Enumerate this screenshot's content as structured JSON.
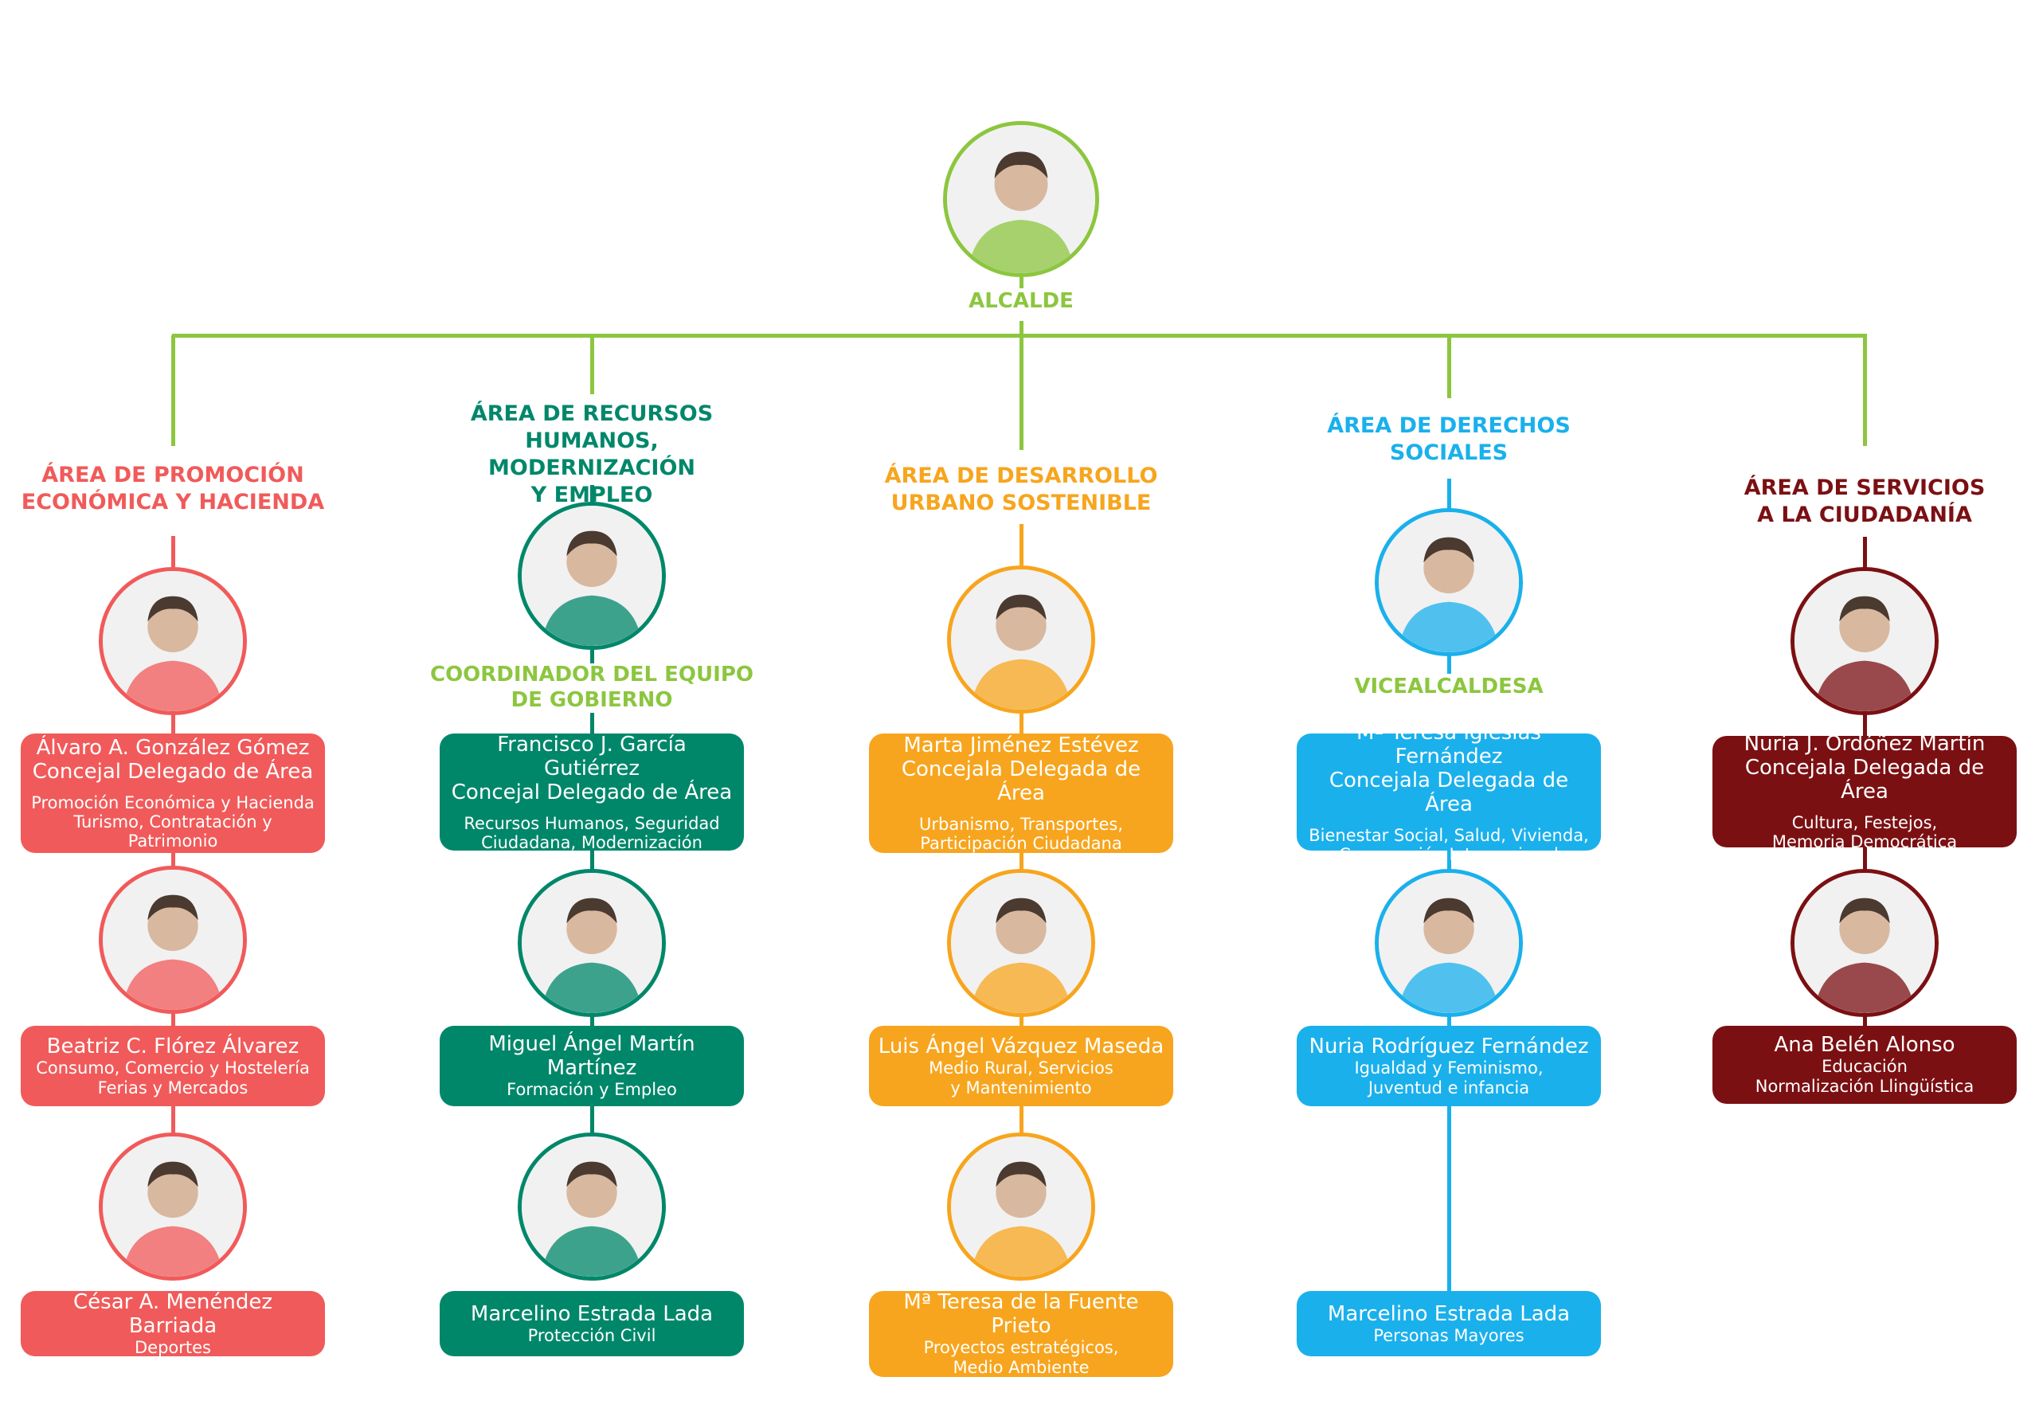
{
  "mayor": {
    "role": "ALCALDE",
    "color": "#8cc63f"
  },
  "colors": {
    "trunk": "#8cc63f",
    "promocion": "#f15a5a",
    "recursos": "#00876a",
    "urbano": "#f7a51e",
    "derechos": "#1ab0ec",
    "servicios": "#7b1013"
  },
  "areas": [
    {
      "key": "promocion",
      "title": "ÁREA DE PROMOCIÓN\nECONÓMICA Y HACIENDA",
      "members": [
        {
          "name": "Álvaro A. González Gómez",
          "title": "Concejal Delegado de Área",
          "desc": "Promoción Económica y Hacienda\nTurismo, Contratación y Patrimonio"
        },
        {
          "name": "Beatriz C. Flórez Álvarez",
          "sub": "Consumo, Comercio y Hostelería\nFerias y Mercados"
        },
        {
          "name": "César A. Menéndez Barriada",
          "sub": "Deportes"
        }
      ]
    },
    {
      "key": "recursos",
      "title": "ÁREA DE RECURSOS\nHUMANOS, MODERNIZACIÓN\nY EMPLEO",
      "role": "COORDINADOR DEL EQUIPO\nDE GOBIERNO",
      "members": [
        {
          "name": "Francisco J. García Gutiérrez",
          "title": "Concejal Delegado de Área",
          "desc": "Recursos Humanos, Seguridad\nCiudadana, Modernización"
        },
        {
          "name": "Miguel Ángel Martín Martínez",
          "sub": "Formación y Empleo"
        },
        {
          "name": "Marcelino Estrada Lada",
          "sub": "Protección Civil"
        }
      ]
    },
    {
      "key": "urbano",
      "title": "ÁREA DE DESARROLLO\nURBANO SOSTENIBLE",
      "members": [
        {
          "name": "Marta Jiménez Estévez",
          "title": "Concejala Delegada de Área",
          "desc": "Urbanismo, Transportes,\nParticipación Ciudadana"
        },
        {
          "name": "Luis Ángel Vázquez Maseda",
          "sub": "Medio Rural, Servicios\ny Mantenimiento"
        },
        {
          "name": "Mª Teresa de la Fuente Prieto",
          "sub": "Proyectos estratégicos,\nMedio Ambiente"
        }
      ]
    },
    {
      "key": "derechos",
      "title": "ÁREA DE DERECHOS\nSOCIALES",
      "role": "VICEALCALDESA",
      "members": [
        {
          "name": "Mª Teresa Iglesias Fernández",
          "title": "Concejala Delegada de Área",
          "desc": "Bienestar Social, Salud, Vivienda,\nCooperación Internacional"
        },
        {
          "name": "Nuria Rodríguez Fernández",
          "sub": "Igualdad y Feminismo,\nJuventud e infancia"
        },
        {
          "name": "Marcelino Estrada Lada",
          "sub": "Personas Mayores"
        }
      ]
    },
    {
      "key": "servicios",
      "title": "ÁREA DE SERVICIOS\nA LA CIUDADANÍA",
      "members": [
        {
          "name": "Nuria J. Ordóñez Martín",
          "title": "Concejala Delegada de Área",
          "desc": "Cultura, Festejos,\nMemoria Democrática"
        },
        {
          "name": "Ana Belén Alonso",
          "sub": "Educación\nNormalización Llingüística"
        }
      ]
    }
  ]
}
